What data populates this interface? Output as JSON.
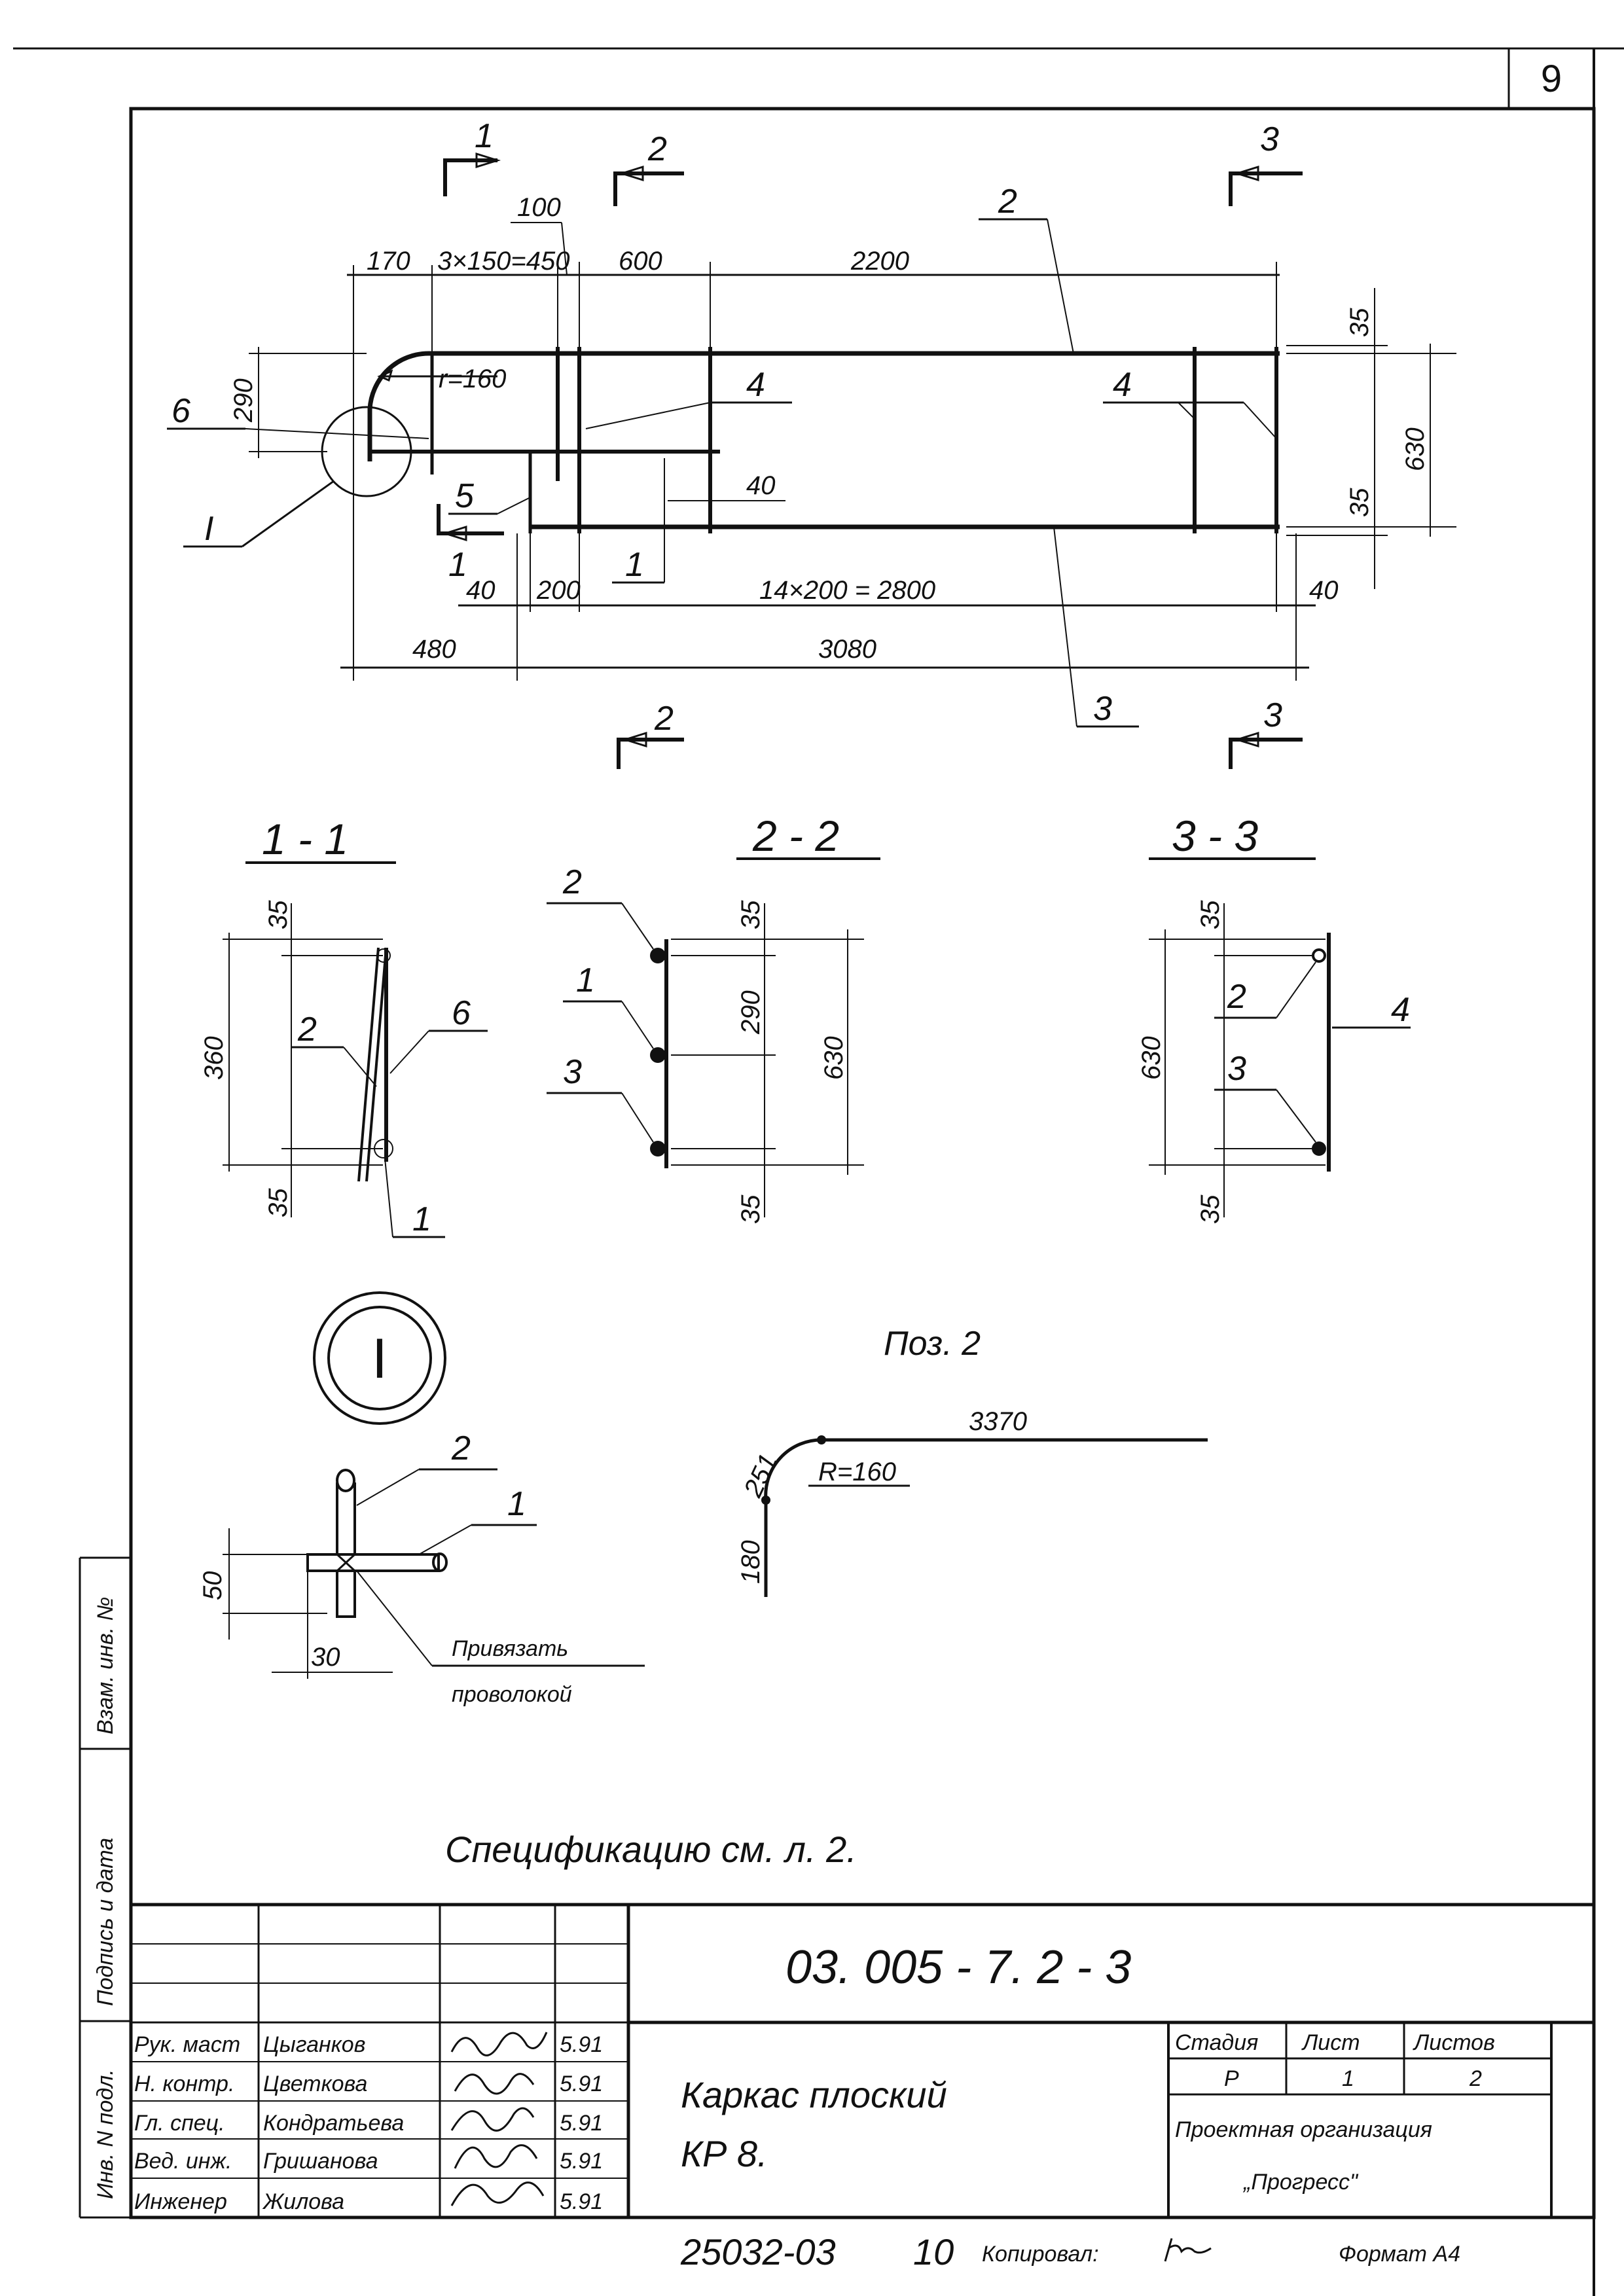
{
  "sheet_number": "9",
  "plan": {
    "section_marks": [
      "1",
      "2",
      "3",
      "1",
      "2",
      "3"
    ],
    "callout_I": "I",
    "dim_top": [
      "170",
      "3×150=450",
      "100",
      "600",
      "2200"
    ],
    "dim_bottom": [
      "40",
      "200",
      "14×200 = 2800",
      "40"
    ],
    "dim_overall": [
      "480",
      "3080"
    ],
    "dim_left": "290",
    "dim_right": [
      "35",
      "630",
      "35"
    ],
    "dim_mid": "40",
    "radius": "r=160",
    "positions": [
      "6",
      "2",
      "4",
      "4",
      "5",
      "1",
      "3"
    ]
  },
  "section_1_1": {
    "title": "1 - 1",
    "dims": [
      "35",
      "360",
      "35"
    ],
    "positions": [
      "2",
      "6",
      "1"
    ]
  },
  "section_2_2": {
    "title": "2 - 2",
    "dims": [
      "35",
      "290",
      "630",
      "35"
    ],
    "positions": [
      "2",
      "1",
      "3"
    ]
  },
  "section_3_3": {
    "title": "3 - 3",
    "dims": [
      "35",
      "630",
      "35"
    ],
    "positions": [
      "2",
      "3",
      "4"
    ]
  },
  "detail_I": {
    "label": "I",
    "dims": [
      "50",
      "30"
    ],
    "positions": [
      "2",
      "1"
    ],
    "note_line1": "Привязать",
    "note_line2": "проволокой"
  },
  "pos2": {
    "title": "Поз. 2",
    "length": "3370",
    "bend": "251",
    "radius": "R=160",
    "leg": "180"
  },
  "spec_note": "Спецификацию см. л. 2.",
  "side_stamp": [
    "Инв. N подл.",
    "Подпись и дата",
    "Взам. инв. №"
  ],
  "title_block": {
    "document_code": "03. 005 - 7. 2 - 3",
    "roles": [
      {
        "role": "Рук. маст",
        "name": "Цыганков",
        "date": "5.91"
      },
      {
        "role": "Н. контр.",
        "name": "Цветкова",
        "date": "5.91"
      },
      {
        "role": "Гл. спец.",
        "name": "Кондратьева",
        "date": "5.91"
      },
      {
        "role": "Вед. инж.",
        "name": "Гришанова",
        "date": "5.91"
      },
      {
        "role": "Инженер",
        "name": "Жилова",
        "date": "5.91"
      }
    ],
    "drawing_title_line1": "Каркас плоский",
    "drawing_title_line2": "КР 8.",
    "stage_header": "Стадия",
    "sheet_header": "Лист",
    "sheets_header": "Листов",
    "stage_value": "Р",
    "sheet_value": "1",
    "sheets_value": "2",
    "org_line1": "Проектная организация",
    "org_line2": "„Прогресс\""
  },
  "footer": {
    "archive_no": "25032-03",
    "copy_no": "10",
    "copied_label": "Копировал:",
    "format": "Формат А4"
  }
}
